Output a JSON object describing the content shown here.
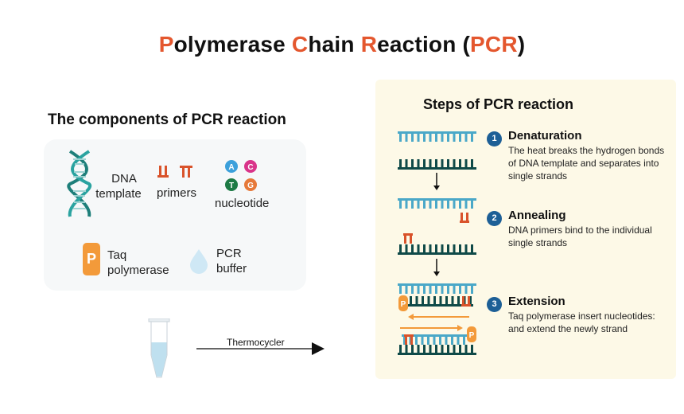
{
  "title": {
    "parts": [
      {
        "text": "P",
        "accent": true
      },
      {
        "text": "olymerase ",
        "accent": false
      },
      {
        "text": "C",
        "accent": true
      },
      {
        "text": "hain ",
        "accent": false
      },
      {
        "text": "R",
        "accent": true
      },
      {
        "text": "eaction (",
        "accent": false
      },
      {
        "text": "PCR",
        "accent": true
      },
      {
        "text": ")",
        "accent": false
      }
    ]
  },
  "colors": {
    "accent": "#e4572e",
    "template_strand_light": "#4aa8c8",
    "template_strand_dark": "#0f4a48",
    "primer": "#d9532b",
    "polymerase": "#f39a3a",
    "step_badge": "#1d5f96",
    "steps_panel_bg": "#fdf9e7"
  },
  "components": {
    "title": "The components of PCR reaction",
    "items": [
      {
        "icon": "dna-helix-icon",
        "line1": "DNA",
        "line2": "template"
      },
      {
        "icon": "primers-icon",
        "line1": "primers",
        "line2": ""
      },
      {
        "icon": "nucleotides-icon",
        "line1": "nucleotide",
        "line2": "",
        "bases": [
          "A",
          "C",
          "T",
          "G"
        ]
      },
      {
        "icon": "taq-polymerase-icon",
        "line1": "Taq",
        "line2": "polymerase",
        "badge": "P"
      },
      {
        "icon": "buffer-drop-icon",
        "line1": "PCR",
        "line2": "buffer"
      }
    ]
  },
  "process": {
    "arrow_label": "Thermocycler"
  },
  "steps": {
    "title": "Steps of PCR reaction",
    "items": [
      {
        "num": "1",
        "title": "Denaturation",
        "desc": [
          "The heat breaks the hydrogen bonds",
          "of DNA template and separates into",
          "single strands"
        ]
      },
      {
        "num": "2",
        "title": "Annealing",
        "desc": [
          "DNA primers bind to the individual",
          "single strands"
        ]
      },
      {
        "num": "3",
        "title": "Extension",
        "desc": [
          "Taq polymerase insert nucleotides:",
          "and extend the newly strand"
        ]
      }
    ]
  }
}
